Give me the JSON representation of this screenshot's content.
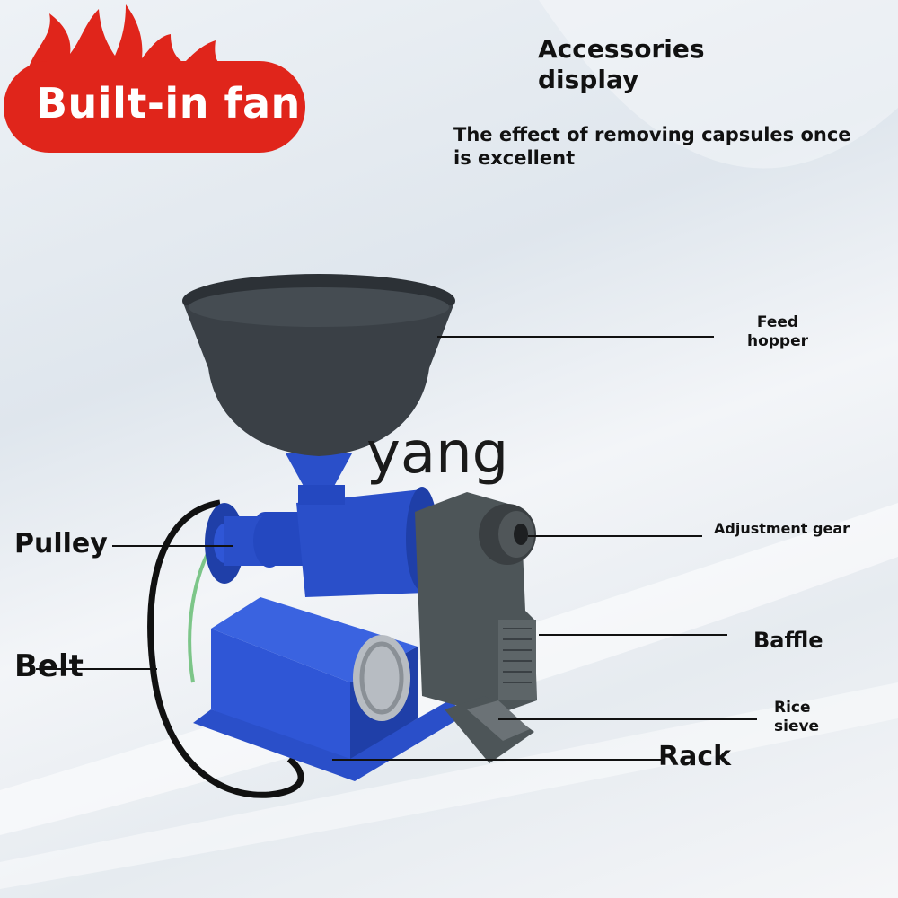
{
  "badge": {
    "text": "Built-in fan",
    "color": "#e0251b"
  },
  "heading": "Accessories display",
  "subheading": "The effect of removing capsules once is excellent",
  "watermark": "yang",
  "labels": {
    "feed_hopper": "Feed hopper",
    "adjustment_gear": "Adjustment gear",
    "baffle": "Baffle",
    "rice_sieve": "Rice sieve",
    "pulley": "Pulley",
    "belt": "Belt",
    "rack": "Rack"
  },
  "colors": {
    "machine_blue": "#2a4fc9",
    "hopper": "#3a4046",
    "gearbox": "#4d5558"
  }
}
